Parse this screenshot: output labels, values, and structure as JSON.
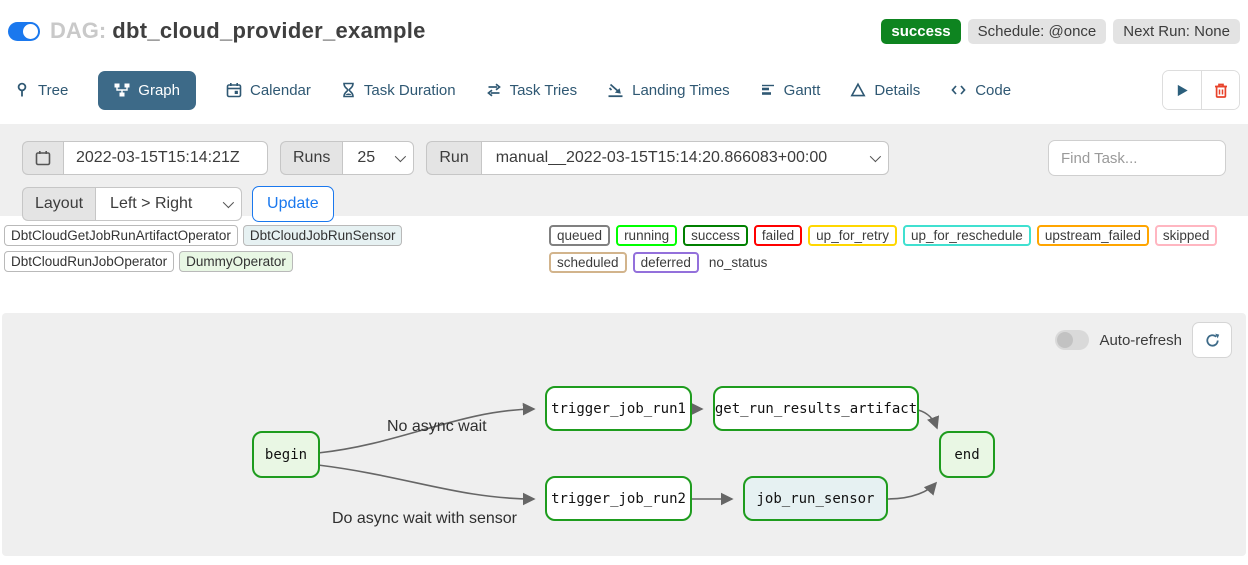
{
  "header": {
    "dag_prefix": "DAG:",
    "dag_name": "dbt_cloud_provider_example",
    "status_badge": "success",
    "schedule_badge": "Schedule: @once",
    "next_run_badge": "Next Run: None"
  },
  "tabs": [
    {
      "label": "Tree"
    },
    {
      "label": "Graph",
      "active": true
    },
    {
      "label": "Calendar"
    },
    {
      "label": "Task Duration"
    },
    {
      "label": "Task Tries"
    },
    {
      "label": "Landing Times"
    },
    {
      "label": "Gantt"
    },
    {
      "label": "Details"
    },
    {
      "label": "Code"
    }
  ],
  "filters": {
    "execution_date": "2022-03-15T15:14:21Z",
    "runs_label": "Runs",
    "runs_value": "25",
    "run_label": "Run",
    "run_value": "manual__2022-03-15T15:14:20.866083+00:00",
    "find_task_placeholder": "Find Task...",
    "layout_label": "Layout",
    "layout_value": "Left > Right",
    "update_label": "Update"
  },
  "legend": {
    "operators": [
      {
        "label": "DbtCloudGetJobRunArtifactOperator",
        "fill": "#ffffff"
      },
      {
        "label": "DbtCloudJobRunSensor",
        "fill": "#e6f1f2"
      },
      {
        "label": "DbtCloudRunJobOperator",
        "fill": "#ffffff"
      },
      {
        "label": "DummyOperator",
        "fill": "#e8f7e4"
      }
    ],
    "statuses": [
      {
        "label": "queued",
        "border": "#808080"
      },
      {
        "label": "running",
        "border": "#00ff00"
      },
      {
        "label": "success",
        "border": "#008000"
      },
      {
        "label": "failed",
        "border": "#ff0000"
      },
      {
        "label": "up_for_retry",
        "border": "#ffd700"
      },
      {
        "label": "up_for_reschedule",
        "border": "#40e0d0"
      },
      {
        "label": "upstream_failed",
        "border": "#ffa500"
      },
      {
        "label": "skipped",
        "border": "#ffb6c1"
      },
      {
        "label": "scheduled",
        "border": "#d2b48c"
      },
      {
        "label": "deferred",
        "border": "#9370db"
      },
      {
        "label": "no_status",
        "border": "none"
      }
    ]
  },
  "graph": {
    "auto_refresh_label": "Auto-refresh",
    "nodes": [
      {
        "label": "begin",
        "fill": "#e9f7e4",
        "border": "#1e9c1e"
      },
      {
        "label": "trigger_job_run1",
        "fill": "#ffffff",
        "border": "#1e9c1e"
      },
      {
        "label": "get_run_results_artifact",
        "fill": "#ffffff",
        "border": "#1e9c1e"
      },
      {
        "label": "end",
        "fill": "#e9f7e4",
        "border": "#1e9c1e"
      },
      {
        "label": "trigger_job_run2",
        "fill": "#ffffff",
        "border": "#1e9c1e"
      },
      {
        "label": "job_run_sensor",
        "fill": "#e6f1f2",
        "border": "#1e9c1e"
      }
    ],
    "edge_labels": [
      {
        "text": "No async wait"
      },
      {
        "text": "Do async wait with sensor"
      }
    ]
  }
}
